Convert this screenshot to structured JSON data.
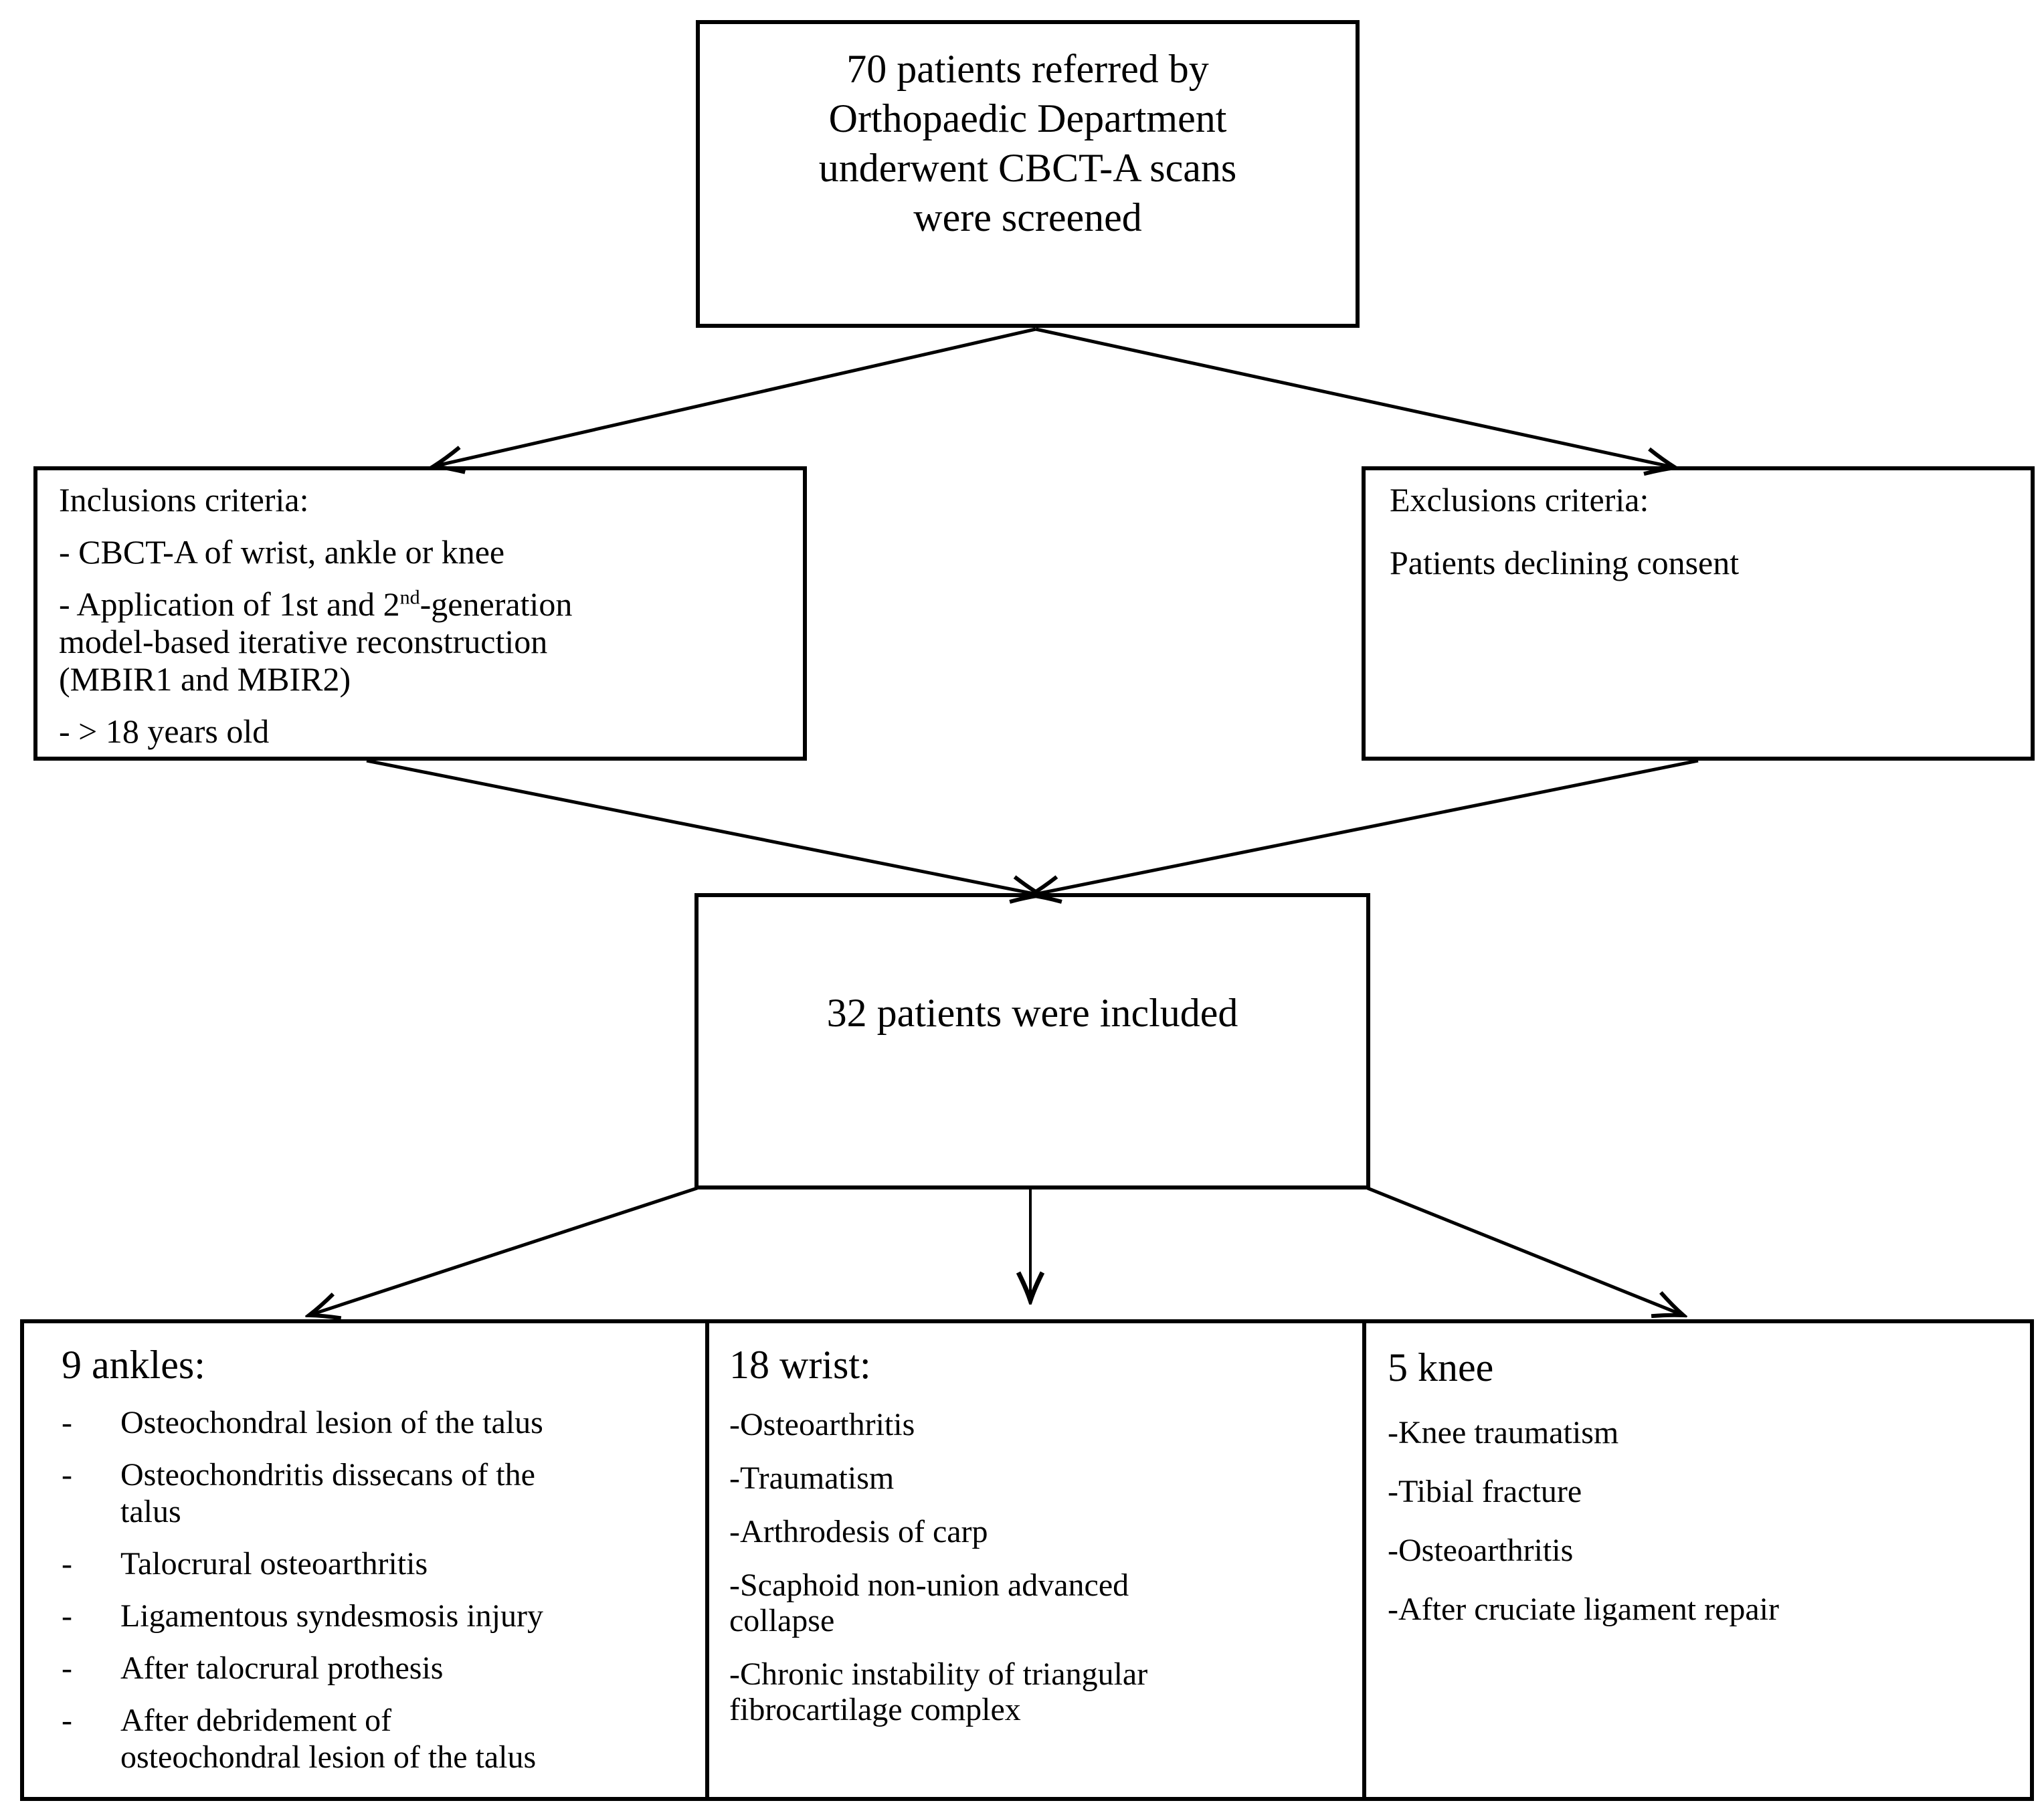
{
  "title_box": {
    "lines": [
      "70 patients referred by",
      "Orthopaedic Department",
      "underwent CBCT-A scans",
      "were screened"
    ]
  },
  "inclusions": {
    "title": "Inclusions criteria:",
    "item1": "- CBCT-A of wrist, ankle or knee",
    "item2": {
      "line1_pre": "- Application of 1st and 2",
      "sup": "nd",
      "line1_post": "-generation",
      "line2": "model-based iterative reconstruction",
      "line3": "(MBIR1 and MBIR2)"
    },
    "item3": "- > 18 years old"
  },
  "exclusions": {
    "title": "Exclusions criteria:",
    "item1": "Patients declining consent"
  },
  "included_box": {
    "text": "32 patients were included"
  },
  "ankles": {
    "title": "9 ankles:",
    "bullet": "-",
    "items": [
      [
        "Osteochondral lesion of the talus"
      ],
      [
        "Osteochondritis dissecans of the",
        "talus"
      ],
      [
        "Talocrural osteoarthritis"
      ],
      [
        "Ligamentous syndesmosis injury"
      ],
      [
        "After talocrural prothesis"
      ],
      [
        "After debridement of",
        "osteochondral lesion of the talus"
      ]
    ]
  },
  "wrist": {
    "title": "18 wrist:",
    "items": [
      [
        "-Osteoarthritis"
      ],
      [
        "-Traumatism"
      ],
      [
        "-Arthrodesis of carp"
      ],
      [
        "-Scaphoid non-union advanced",
        "collapse"
      ],
      [
        "-Chronic instability of triangular",
        "fibrocartilage complex"
      ]
    ]
  },
  "knee": {
    "title": "5 knee",
    "items": [
      "-Knee traumatism",
      "-Tibial fracture",
      "-Osteoarthritis",
      "-After cruciate ligament repair"
    ]
  }
}
